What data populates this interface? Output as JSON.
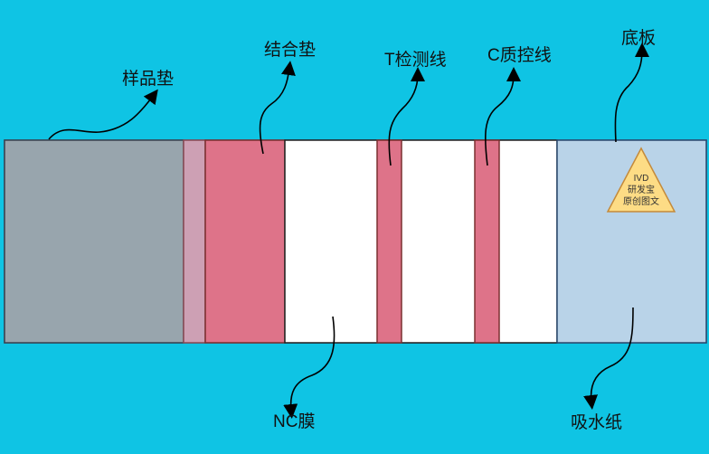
{
  "labels": {
    "sample_pad": "样品垫",
    "conjugate_pad": "结合垫",
    "t_line": "T检测线",
    "c_line": "C质控线",
    "backing": "底板",
    "nc_membrane": "NC膜",
    "absorbent_pad": "吸水纸"
  },
  "watermark": {
    "line1": "IVD",
    "line2": "研发宝",
    "line3": "原创图文"
  },
  "colors": {
    "background": "#0fc4e4",
    "sample_pad": "#98a5ad",
    "conjugate": "#de7389",
    "overlap": "#cda0b4",
    "membrane": "#ffffff",
    "absorbent": "#b9d3e8"
  }
}
